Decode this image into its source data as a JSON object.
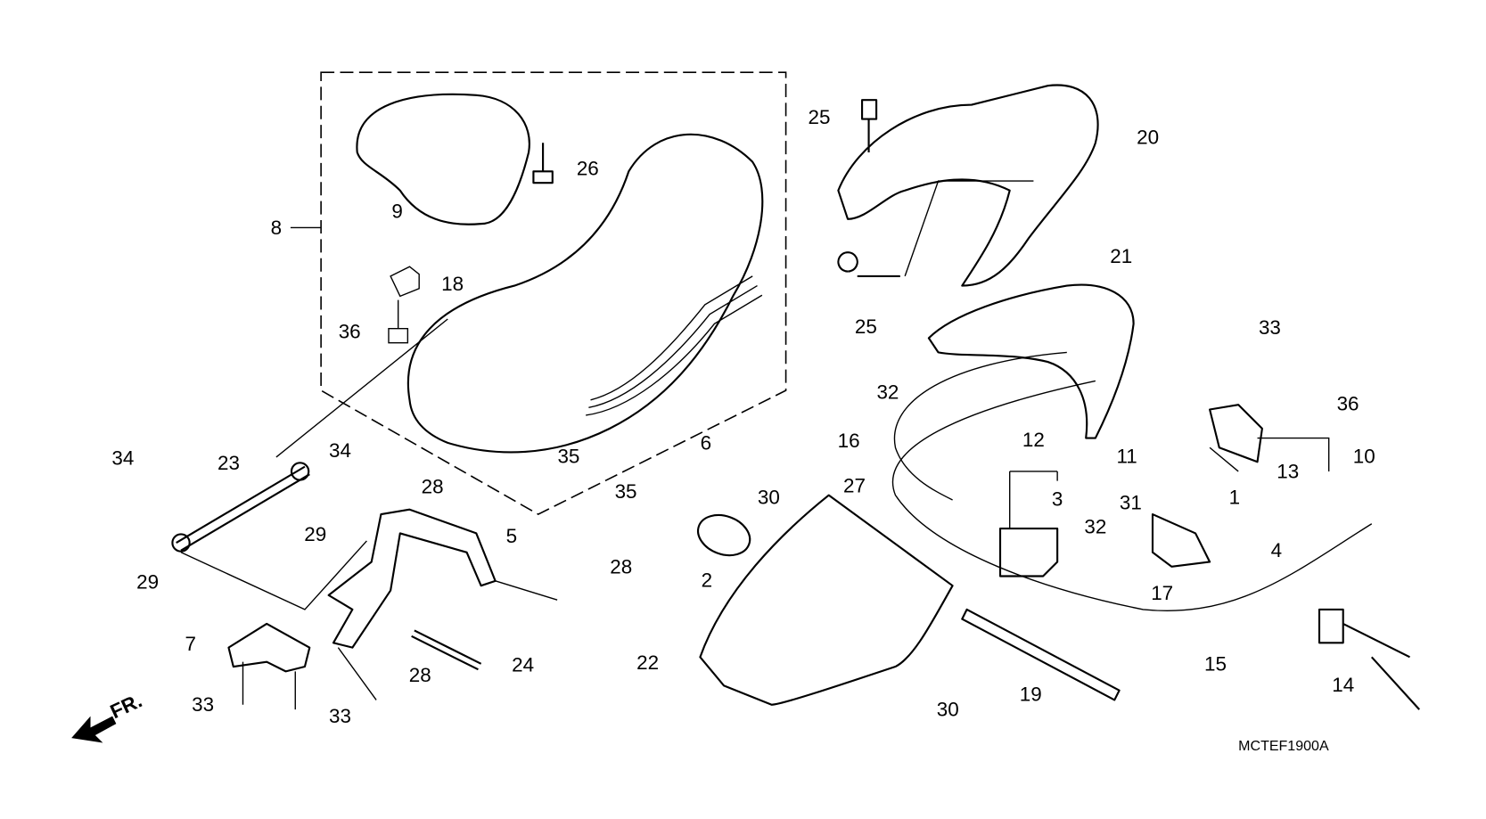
{
  "diagram": {
    "code": "MCTEF1900A",
    "direction_label": "FR.",
    "part_labels": [
      "25",
      "20",
      "26",
      "9",
      "8",
      "21",
      "18",
      "25",
      "33",
      "36",
      "32",
      "36",
      "6",
      "16",
      "12",
      "11",
      "10",
      "13",
      "34",
      "34",
      "23",
      "35",
      "28",
      "35",
      "27",
      "30",
      "3",
      "1",
      "31",
      "32",
      "29",
      "5",
      "4",
      "29",
      "28",
      "2",
      "17",
      "15",
      "22",
      "24",
      "7",
      "14",
      "28",
      "19",
      "30",
      "33",
      "33"
    ]
  }
}
